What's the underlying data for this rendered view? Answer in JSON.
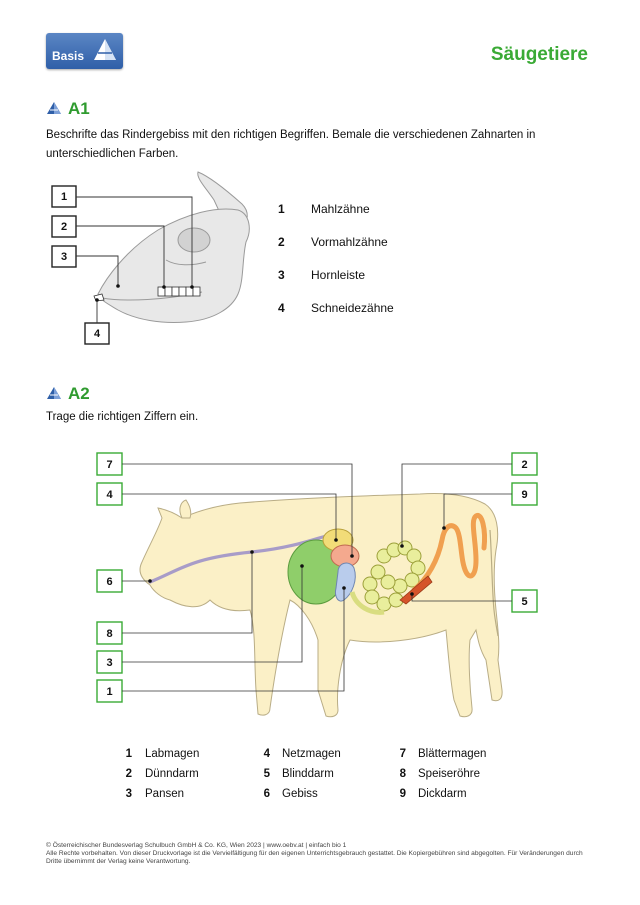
{
  "header": {
    "logo_text": "Basis",
    "title": "Säugetiere"
  },
  "section_a1": {
    "heading": "A1",
    "instructions": "Beschrifte das Rindergebiss mit den richtigen Begriffen. Bemale die verschiedenen Zahnarten in unterschiedlichen Farben.",
    "box_labels": [
      "1",
      "2",
      "3",
      "4"
    ],
    "legend": [
      {
        "num": "1",
        "label": "Mahlzähne"
      },
      {
        "num": "2",
        "label": "Vormahlzähne"
      },
      {
        "num": "3",
        "label": "Hornleiste"
      },
      {
        "num": "4",
        "label": "Schneidezähne"
      }
    ]
  },
  "section_a2": {
    "heading": "A2",
    "instructions": "Trage die richtigen Ziffern ein.",
    "box_labels": [
      "7",
      "4",
      "6",
      "8",
      "3",
      "1",
      "2",
      "9",
      "5"
    ],
    "legend": [
      {
        "num": "1",
        "label": "Labmagen"
      },
      {
        "num": "2",
        "label": "Dünndarm"
      },
      {
        "num": "3",
        "label": "Pansen"
      },
      {
        "num": "4",
        "label": "Netzmagen"
      },
      {
        "num": "5",
        "label": "Blinddarm"
      },
      {
        "num": "6",
        "label": "Gebiss"
      },
      {
        "num": "7",
        "label": "Blättermagen"
      },
      {
        "num": "8",
        "label": "Speiseröhre"
      },
      {
        "num": "9",
        "label": "Dickdarm"
      }
    ]
  },
  "colors": {
    "title_green": "#3aaa35",
    "box_green": "#3aaa35",
    "cow_fill": "#fbf0c7",
    "skull_fill": "#e8e8e8",
    "pansen": "#8fce6a",
    "netzmagen": "#f2dc78",
    "blaettermagen": "#f4a98e",
    "labmagen": "#b9ccec",
    "duenndarm": "#e9ee9c",
    "dickdarm": "#f0a050",
    "blinddarm": "#d5542a",
    "speiseroehre": "#a89cc8"
  },
  "footer": {
    "line1": "© Österreichischer Bundesverlag Schulbuch GmbH & Co. KG, Wien 2023 | www.oebv.at | einfach bio 1",
    "line2": "Alle Rechte vorbehalten. Von dieser Druckvorlage ist die Vervielfältigung für den eigenen Unterrichtsgebrauch gestattet. Die Kopiergebühren sind abgegolten. Für Veränderungen durch Dritte übernimmt der Verlag keine Verantwortung."
  }
}
